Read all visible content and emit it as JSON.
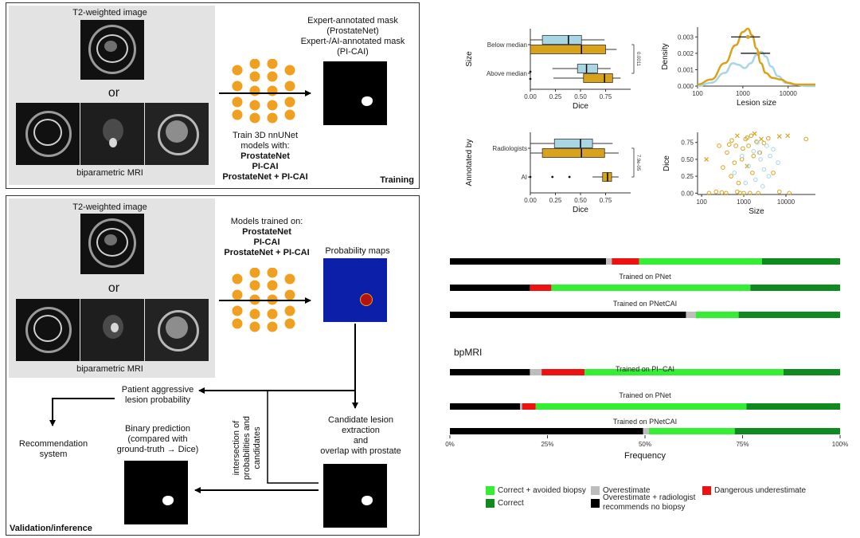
{
  "training": {
    "t2_label": "T2-weighted image",
    "or_label": "or",
    "bp_label": "biparametric MRI",
    "mask_label_1": "Expert-annotated mask",
    "mask_label_2": "(ProstateNet)",
    "mask_label_3": "Expert-/AI-annotated mask",
    "mask_label_4": "(PI-CAI)",
    "train_line_1": "Train 3D nnUNet",
    "train_line_2": "models with:",
    "model_1": "ProstateNet",
    "model_2": "PI-CAI",
    "model_3": "ProstateNet + PI-CAI",
    "panel_title": "Training"
  },
  "validation": {
    "t2_label": "T2-weighted image",
    "or_label": "or",
    "bp_label": "biparametric MRI",
    "models_line": "Models trained on:",
    "model_1": "ProstateNet",
    "model_2": "PI-CAI",
    "model_3": "ProstateNet + PI-CAI",
    "prob_maps": "Probability maps",
    "patient_1": "Patient aggressive",
    "patient_2": "lesion probability",
    "reco_1": "Recommendation",
    "reco_2": "system",
    "binary_1": "Binary prediction",
    "binary_2": "(compared with",
    "binary_3": "ground-truth → Dice)",
    "intersect_1": "intersection of",
    "intersect_2": "probabilities and",
    "intersect_3": "candidates",
    "cand_1": "Candidate lesion",
    "cand_2": "extraction",
    "cand_3": "and",
    "cand_4": "overlap with prostate",
    "panel_title": "Validation/inference"
  },
  "colors": {
    "gold": "#d9a21b",
    "light_blue": "#a9d6e5",
    "light_green": "#33ee33",
    "dark_green": "#0f8a1f",
    "gray": "#bdbdbd",
    "red": "#ee1111",
    "black": "#000000",
    "prob_blue": "#0b1fa8",
    "prob_red": "#b31212",
    "node_orange": "#f0a020"
  },
  "chart_data": [
    {
      "type": "box",
      "ylabel": "Size",
      "xlabel": "Dice",
      "categories": [
        "Below median",
        "Above median"
      ],
      "xticks": [
        "0.00",
        "0.25",
        "0.50",
        "0.75"
      ],
      "xlim": [
        0,
        1
      ],
      "pvalue": "0.0011",
      "series": [
        {
          "color": "light_blue",
          "stats": [
            {
              "q1": 0.12,
              "med": 0.38,
              "q3": 0.51,
              "wlo": 0.0,
              "whi": 0.74
            },
            {
              "q1": 0.47,
              "med": 0.56,
              "q3": 0.67,
              "wlo": 0.22,
              "whi": 0.8
            }
          ]
        },
        {
          "color": "gold",
          "stats": [
            {
              "q1": 0.0,
              "med": 0.51,
              "q3": 0.75,
              "wlo": 0.0,
              "whi": 0.86
            },
            {
              "q1": 0.53,
              "med": 0.74,
              "q3": 0.82,
              "wlo": 0.23,
              "whi": 0.9
            }
          ]
        }
      ],
      "outliers": [
        {
          "x": 0.0,
          "row": 1
        },
        {
          "x": 0.0,
          "row": 1.35
        }
      ]
    },
    {
      "type": "line",
      "ylabel": "Density",
      "xlabel": "Lesion size",
      "xscale": "log",
      "xticks": [
        "100",
        "1000",
        "10000"
      ],
      "yticks": [
        "0.000",
        "0.001",
        "0.002",
        "0.003"
      ],
      "xlim": [
        100,
        40000
      ],
      "ylim": [
        0,
        0.0036
      ],
      "series": [
        {
          "color": "gold",
          "x": [
            100,
            200,
            400,
            700,
            1000,
            1300,
            1600,
            2000,
            2500,
            3200,
            4500,
            7000,
            10000,
            15000,
            25000,
            40000
          ],
          "y": [
            0.0001,
            0.0004,
            0.0014,
            0.0025,
            0.0033,
            0.0035,
            0.0031,
            0.0023,
            0.0014,
            0.0008,
            0.0005,
            0.0004,
            0.0002,
            0.0001,
            0.0001,
            0.0001
          ]
        },
        {
          "color": "light_blue",
          "x": [
            100,
            200,
            400,
            600,
            800,
            1100,
            1500,
            2000,
            2600,
            3200,
            4200,
            6000,
            9000,
            14000,
            25000,
            40000
          ],
          "y": [
            0.0,
            0.0002,
            0.0008,
            0.0014,
            0.0013,
            0.0011,
            0.0014,
            0.0019,
            0.0021,
            0.0018,
            0.0012,
            0.0006,
            0.0002,
            0.0001,
            0.0,
            0.0
          ]
        }
      ],
      "intervals": [
        {
          "color": "gold",
          "lo": 550,
          "hi": 2400,
          "y": 0.003,
          "mid": 1300
        },
        {
          "color": "gold",
          "lo": 900,
          "hi": 4000,
          "y": 0.002,
          "mid": 2200
        }
      ]
    },
    {
      "type": "box",
      "ylabel": "Annotated by",
      "xlabel": "Dice",
      "categories": [
        "Radiologists",
        "AI"
      ],
      "xticks": [
        "0.00",
        "0.25",
        "0.50",
        "0.75"
      ],
      "xlim": [
        0,
        1
      ],
      "pvalue": "7.9e-05",
      "series": [
        {
          "color": "light_blue",
          "stats": [
            {
              "q1": 0.24,
              "med": 0.5,
              "q3": 0.62,
              "wlo": 0.0,
              "whi": 0.82
            }
          ]
        },
        {
          "color": "gold",
          "stats": [
            {
              "q1": 0.12,
              "med": 0.51,
              "q3": 0.74,
              "wlo": 0.0,
              "whi": 0.88
            },
            {
              "q1": 0.72,
              "med": 0.77,
              "q3": 0.81,
              "wlo": 0.62,
              "whi": 0.88
            }
          ]
        }
      ],
      "outliers": [
        {
          "x": 0.0,
          "row": 1
        },
        {
          "x": 0.22,
          "row": 1
        },
        {
          "x": 0.39,
          "row": 1
        }
      ]
    },
    {
      "type": "scatter",
      "ylabel": "Dice",
      "xlabel": "Size",
      "xscale": "log",
      "xticks": [
        "100",
        "1000",
        "10000"
      ],
      "yticks": [
        "0.00",
        "0.25",
        "0.50",
        "0.75"
      ],
      "xlim": [
        80,
        50000
      ],
      "ylim": [
        -0.02,
        0.9
      ],
      "series": [
        {
          "color": "gold",
          "marker": "circle",
          "x": [
            150,
            220,
            300,
            380,
            450,
            520,
            600,
            700,
            820,
            950,
            1100,
            1300,
            1500,
            1700,
            2000,
            2400,
            3000,
            3800,
            5000,
            7000,
            12000,
            30000,
            400,
            650,
            900,
            1200,
            1600,
            2200,
            320,
            500,
            750,
            1000,
            260,
            1400
          ],
          "y": [
            0.0,
            0.02,
            0.01,
            0.0,
            0.72,
            0.78,
            0.45,
            0.02,
            0.0,
            0.66,
            0.8,
            0.7,
            0.85,
            0.55,
            0.76,
            0.6,
            0.74,
            0.81,
            0.3,
            0.02,
            0.0,
            0.8,
            0.6,
            0.7,
            0.5,
            0.82,
            0.3,
            0.0,
            0.38,
            0.25,
            0.15,
            0.0,
            0.7,
            0.0
          ]
        },
        {
          "color": "gold",
          "marker": "cross",
          "x": [
            130,
            700,
            1200,
            1800,
            2600,
            7000,
            11000
          ],
          "y": [
            0.5,
            0.85,
            0.4,
            0.88,
            0.8,
            0.84,
            0.85
          ]
        },
        {
          "color": "light_blue",
          "marker": "circle",
          "x": [
            600,
            900,
            1300,
            1700,
            2100,
            2500,
            3000,
            3500,
            4200,
            5000,
            6500,
            2800,
            1900,
            3900,
            1100,
            2300
          ],
          "y": [
            0.3,
            0.55,
            0.4,
            0.62,
            0.75,
            0.5,
            0.35,
            0.7,
            0.55,
            0.65,
            0.45,
            0.1,
            0.2,
            0.25,
            0.15,
            0.6
          ]
        }
      ]
    },
    {
      "type": "stacked-bar",
      "xlabel": "Frequency",
      "xticks": [
        "0%",
        "25%",
        "50%",
        "75%",
        "100%"
      ],
      "section_label": "bpMRI",
      "bars": [
        {
          "label": "",
          "segments": {
            "black": 40,
            "gray": 1.5,
            "red": 7,
            "light_green": 31.5,
            "dark_green": 20
          }
        },
        {
          "label": "Trained on PNet",
          "segments": {
            "black": 20.5,
            "gray": 0,
            "red": 5.5,
            "light_green": 51,
            "dark_green": 23
          }
        },
        {
          "label": "Trained on PNetCAI",
          "segments": {
            "black": 60.5,
            "gray": 2.5,
            "red": 0,
            "light_green": 11,
            "dark_green": 26
          }
        },
        {
          "label": "Trained on PI−CAI",
          "segments": {
            "black": 20.5,
            "gray": 3,
            "red": 11,
            "light_green": 51,
            "dark_green": 14.5
          }
        },
        {
          "label": "Trained on PNet",
          "segments": {
            "black": 18,
            "gray": 0.5,
            "red": 3.5,
            "light_green": 54,
            "dark_green": 24
          }
        },
        {
          "label": "Trained on PNetCAI",
          "segments": {
            "black": 49.5,
            "gray": 1.5,
            "red": 0,
            "light_green": 22,
            "dark_green": 27
          }
        }
      ],
      "legend": [
        {
          "key": "light_green",
          "label": "Correct + avoided biopsy"
        },
        {
          "key": "dark_green",
          "label": "Correct"
        },
        {
          "key": "gray",
          "label": "Overestimate"
        },
        {
          "key": "black",
          "label": "Overestimate + radiologist recommends no biopsy"
        },
        {
          "key": "red",
          "label": "Dangerous underestimate"
        }
      ]
    }
  ]
}
